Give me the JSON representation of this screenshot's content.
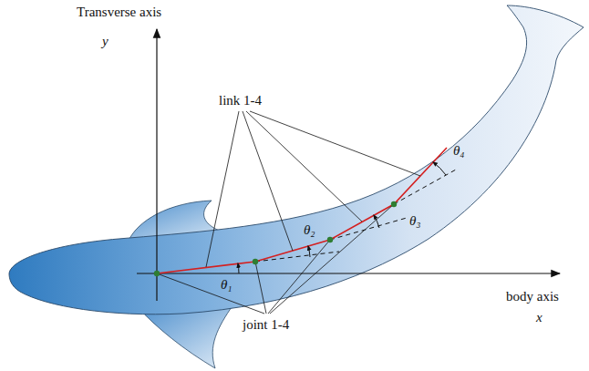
{
  "diagram": {
    "labels": [
      "Transverse axis",
      "y",
      "link 1-4",
      "joint 1-4",
      "θ₁",
      "θ₂",
      "θ₃",
      "θ₄",
      "body axis",
      "x"
    ]
  }
}
